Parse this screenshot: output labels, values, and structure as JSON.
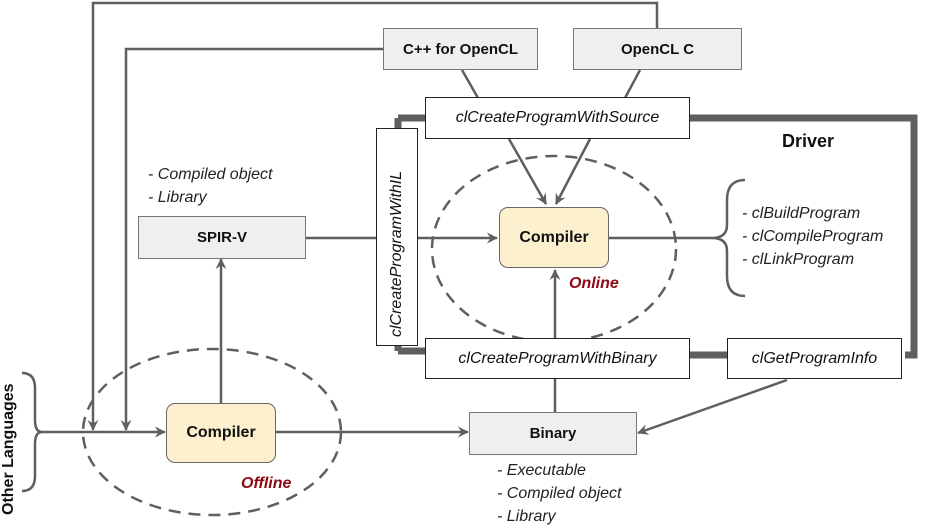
{
  "diagram": {
    "driver_label": "Driver",
    "boxes": {
      "cpp_for_opencl": "C++ for OpenCL",
      "opencl_c": "OpenCL C",
      "spirv": "SPIR-V",
      "binary": "Binary",
      "online_compiler": "Compiler",
      "offline_compiler": "Compiler"
    },
    "api_calls": {
      "create_with_source": "clCreateProgramWithSource",
      "create_with_il": "clCreateProgramWithIL",
      "create_with_binary": "clCreateProgramWithBinary",
      "get_program_info": "clGetProgramInfo"
    },
    "online_label": "Online",
    "offline_label": "Offline",
    "other_languages": "Other Languages",
    "spirv_notes": [
      "- Compiled object",
      "- Library"
    ],
    "binary_notes": [
      "- Executable",
      "- Compiled object",
      "- Library"
    ],
    "compiler_functions": [
      "- clBuildProgram",
      "- clCompileProgram",
      "- clLinkProgram"
    ],
    "colors": {
      "line": "#5f5f5f",
      "compiler_fill": "#fdf0cf",
      "box_fill": "#efefef",
      "accent_red": "#8b0a14"
    }
  }
}
